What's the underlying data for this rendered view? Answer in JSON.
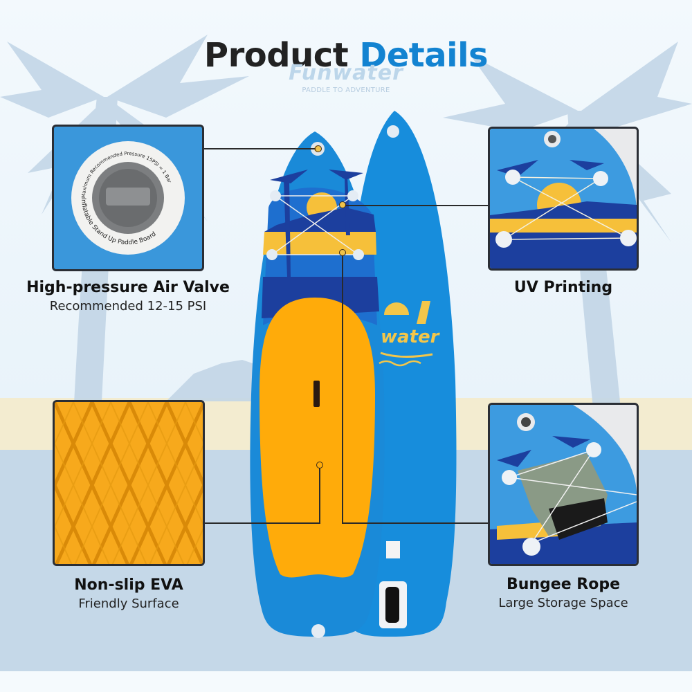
{
  "header": {
    "title_part1": "Product",
    "title_part2": "Details",
    "brand_logo": "Funwater",
    "brand_tagline": "PADDLE TO ADVENTURE"
  },
  "features": [
    {
      "title": "High-pressure Air Valve",
      "subtitle": "Recommended 12-15 PSI",
      "image": "air-valve-closeup"
    },
    {
      "title": "UV Printing",
      "subtitle": "",
      "image": "uv-print-closeup"
    },
    {
      "title": "Non-slip EVA",
      "subtitle": "Friendly Surface",
      "image": "eva-pad-closeup"
    },
    {
      "title": "Bungee Rope",
      "subtitle": "Large Storage Space",
      "image": "bungee-bag-closeup"
    }
  ],
  "valve_label": {
    "top": "Maximum Recommended Pressure 15PSI = 1 Bar",
    "bottom": "Inflatable Stand Up Paddle Board"
  },
  "board_logo": "water",
  "colors": {
    "title_dark": "#222222",
    "title_accent": "#1383d1",
    "board_blue": "#1a8ad8",
    "board_dark_blue": "#1c3f9e",
    "deck_orange": "#ffab0a",
    "sun_yellow": "#f6c03a",
    "panel_border": "#2a2e35"
  }
}
